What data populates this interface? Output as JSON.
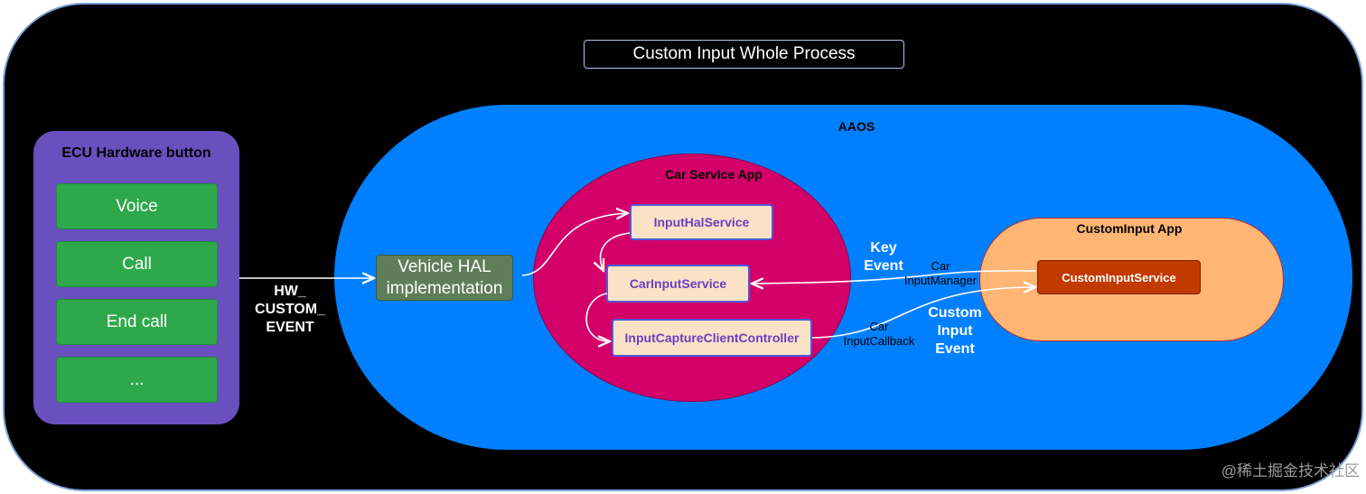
{
  "title": "Custom Input Whole Process",
  "aaos": {
    "label": "AAOS"
  },
  "ecu": {
    "label": "ECU Hardware button",
    "buttons": [
      {
        "label": "Voice"
      },
      {
        "label": "Call"
      },
      {
        "label": "End call"
      },
      {
        "label": "..."
      }
    ]
  },
  "hw_event": {
    "line1": "HW_",
    "line2": "CUSTOM_",
    "line3": "EVENT"
  },
  "vehicle_hal": {
    "line1": "Vehicle HAL",
    "line2": "implementation"
  },
  "car_service_app": {
    "label": "Car Service App",
    "services": [
      {
        "label": "InputHalService"
      },
      {
        "label": "CarInputService"
      },
      {
        "label": "InputCaptureClientController"
      }
    ]
  },
  "key_event": {
    "line1": "Key",
    "line2": "Event"
  },
  "car_input_manager": {
    "line1": "Car",
    "line2": "InputManager"
  },
  "car_input_callback": {
    "line1": "Car",
    "line2": "InputCallback"
  },
  "custom_input_event": {
    "line1": "Custom",
    "line2": "Input",
    "line3": "Event"
  },
  "custom_input_app": {
    "label": "CustomInput App",
    "service": {
      "label": "CustomInputService"
    }
  },
  "watermark": "@稀土掘金技术社区",
  "colors": {
    "background": "#000000",
    "aaos": "#0080ff",
    "ecu": "#6a4fbf",
    "ecu_button": "#2ea84a",
    "vehicle_hal": "#5f7d58",
    "car_service_app": "#d4006a",
    "service_box": "#fbe2c6",
    "custom_input_app": "#ffb574",
    "custom_input_service": "#c23a00",
    "arrow": "#ffffff"
  }
}
